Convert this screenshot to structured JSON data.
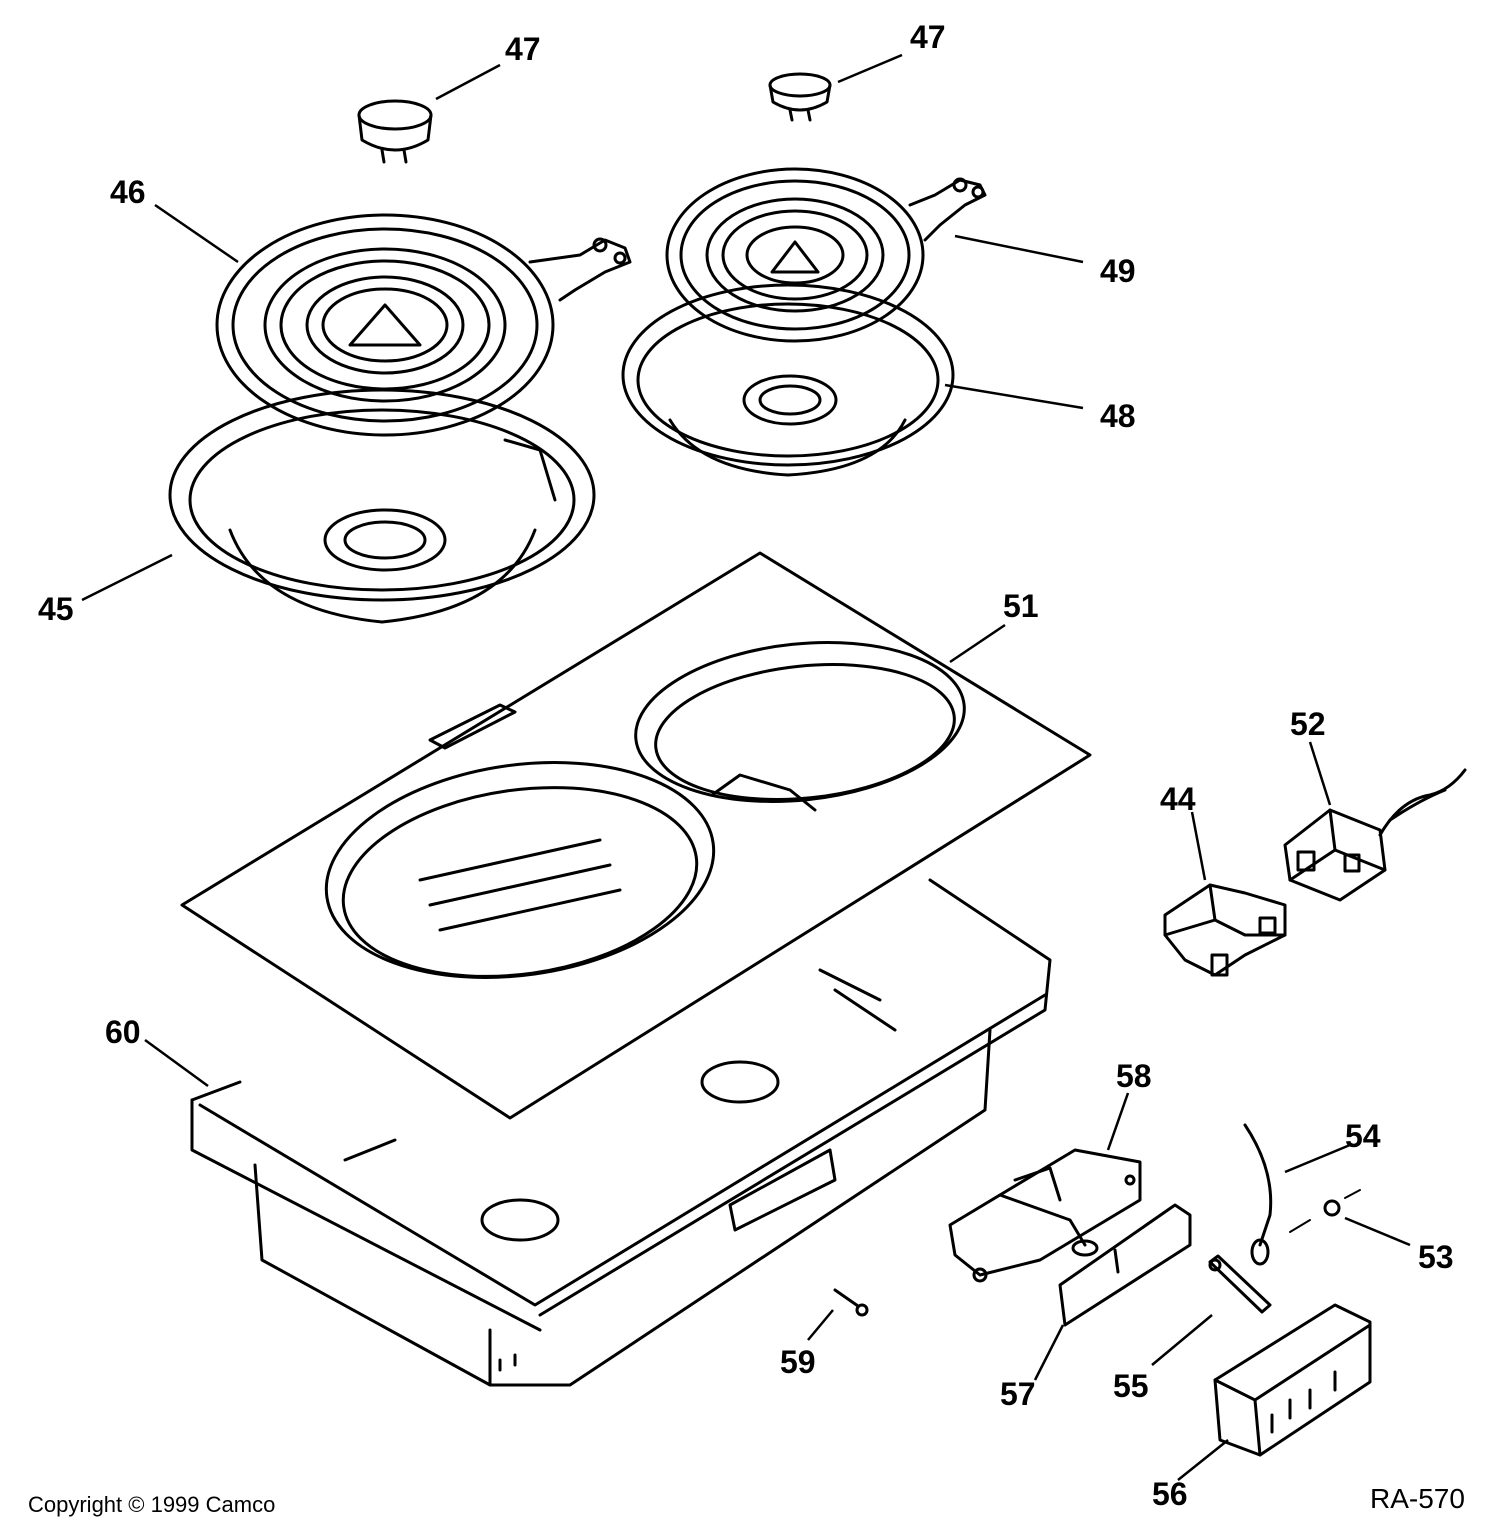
{
  "part_labels": {
    "p47a": "47",
    "p47b": "47",
    "p46": "46",
    "p49": "49",
    "p48": "48",
    "p45": "45",
    "p51": "51",
    "p52": "52",
    "p44": "44",
    "p60": "60",
    "p58": "58",
    "p54": "54",
    "p53": "53",
    "p59": "59",
    "p57": "57",
    "p55": "55",
    "p56": "56"
  },
  "footer": {
    "copyright": "Copyright © 1999 Camco",
    "diagram_code": "RA-570"
  }
}
